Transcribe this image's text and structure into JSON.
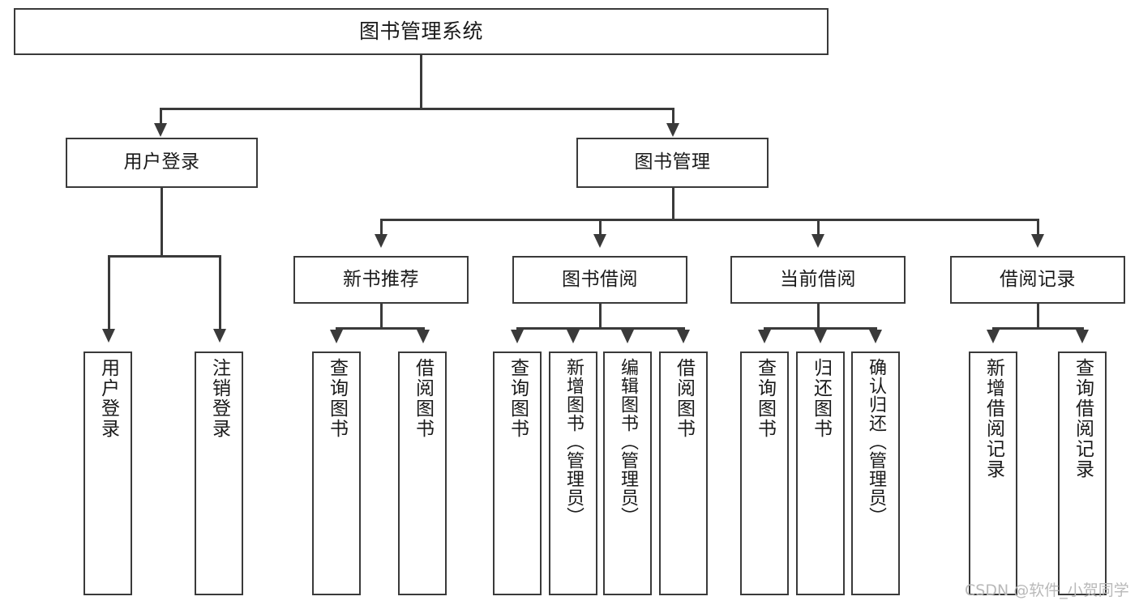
{
  "diagram": {
    "title": "图书管理系统",
    "watermark": "CSDN @软件_小贺同学",
    "colors": {
      "stroke": "#3a3a3a",
      "fill": "#ffffff",
      "text": "#1a1a1a",
      "watermark": "#b9b9b9"
    },
    "nodes": {
      "root": {
        "label": "图书管理系统"
      },
      "level2": [
        {
          "label": "用户登录"
        },
        {
          "label": "图书管理"
        }
      ],
      "level3": [
        {
          "label": "新书推荐"
        },
        {
          "label": "图书借阅"
        },
        {
          "label": "当前借阅"
        },
        {
          "label": "借阅记录"
        }
      ],
      "leaves": {
        "user_login": [
          {
            "label": "用户登录"
          },
          {
            "label": "注销登录"
          }
        ],
        "new_book_recommend": [
          {
            "label": "查询图书"
          },
          {
            "label": "借阅图书"
          }
        ],
        "book_borrow": [
          {
            "label": "查询图书"
          },
          {
            "label": "新增图书（管理员）"
          },
          {
            "label": "编辑图书（管理员）"
          },
          {
            "label": "借阅图书"
          }
        ],
        "current_borrow": [
          {
            "label": "查询图书"
          },
          {
            "label": "归还图书"
          },
          {
            "label": "确认归还（管理员）"
          }
        ],
        "borrow_records": [
          {
            "label": "新增借阅记录"
          },
          {
            "label": "查询借阅记录"
          }
        ]
      }
    }
  }
}
